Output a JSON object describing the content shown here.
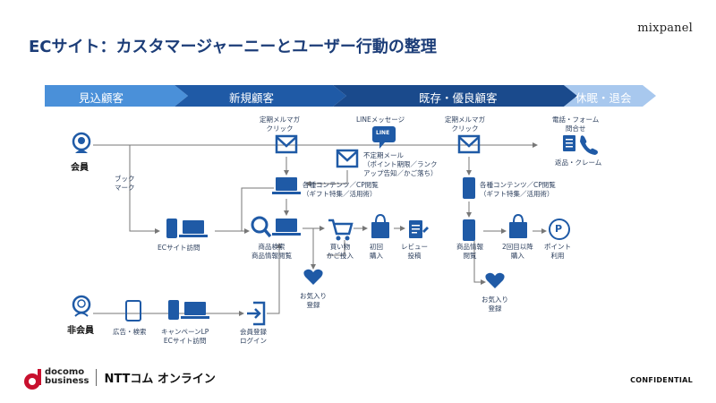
{
  "title": "ECサイト：カスタマージャーニーとユーザー行動の整理",
  "brand": "mixpanel",
  "stages": [
    "見込顧客",
    "新規顧客",
    "既存・優良顧客",
    "休眠・退会"
  ],
  "actors": {
    "member": "会員",
    "nonmember": "非会員"
  },
  "labels": {
    "bookmark": [
      "ブック",
      "マーク"
    ],
    "ec_visit": "ECサイト訪問",
    "mailmag1": [
      "定期メルマガ",
      "クリック"
    ],
    "line_msg": "LINEメッセージ",
    "line_badge": "LINE",
    "irregular_mail": [
      "不定期メール",
      "（ポイント期限／ランク",
      "アップ告知／かご落ち）"
    ],
    "mailmag2": [
      "定期メルマガ",
      "クリック"
    ],
    "phone_form": [
      "電話・フォーム",
      "問合せ"
    ],
    "return_claim": "返品・クレーム",
    "contents1": [
      "各種コンテンツ／CP閲覧",
      "（ギフト特集／活用術）"
    ],
    "contents2": [
      "各種コンテンツ／CP閲覧",
      "（ギフト特集／活用術）"
    ],
    "search": [
      "商品検索",
      "商品情報閲覧"
    ],
    "cart": [
      "買い物",
      "かご投入"
    ],
    "first_purchase": [
      "初回",
      "購入"
    ],
    "review": [
      "レビュー",
      "投稿"
    ],
    "product_info": [
      "商品情報",
      "閲覧"
    ],
    "repeat_purchase": [
      "2回目以降",
      "購入"
    ],
    "point_use": [
      "ポイント",
      "利用"
    ],
    "favorite1": [
      "お気入り",
      "登録"
    ],
    "favorite2": [
      "お気入り",
      "登録"
    ],
    "ad_search": "広告・検索",
    "campaign_lp": [
      "キャンペーンLP",
      "ECサイト訪問"
    ],
    "member_reg": [
      "会員登録",
      "ログイン"
    ],
    "point_glyph": "P"
  },
  "footer": {
    "docomo_line1": "docomo",
    "docomo_line2": "business",
    "ntt": "NTTコム オンライン",
    "confidential": "CONFIDENTIAL"
  },
  "colors": {
    "primary": "#1f5aa6",
    "stage1": "#4a90d9",
    "stage2": "#1f5aa6",
    "stage3": "#1a4a8c",
    "stage4": "#a8c8ee"
  }
}
